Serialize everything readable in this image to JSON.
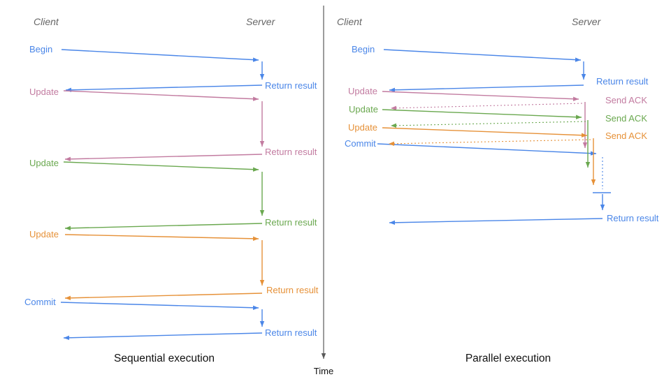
{
  "time_axis_label": "Time",
  "colors": {
    "blue": "#4a86e8",
    "pink": "#c27ba0",
    "green": "#6aa84f",
    "orange": "#e69138",
    "axis": "#595959",
    "heading_gray": "#666666",
    "caption": "#111111"
  },
  "left": {
    "client_label": "Client",
    "server_label": "Server",
    "caption": "Sequential execution",
    "messages": [
      {
        "label": "Begin",
        "response": "Return result",
        "color": "blue"
      },
      {
        "label": "Update",
        "response": "Return result",
        "color": "pink"
      },
      {
        "label": "Update",
        "response": "Return result",
        "color": "green"
      },
      {
        "label": "Update",
        "response": "Return result",
        "color": "orange"
      },
      {
        "label": "Commit",
        "response": "Return result",
        "color": "blue"
      }
    ]
  },
  "right": {
    "client_label": "Client",
    "server_label": "Server",
    "caption": "Parallel execution",
    "messages": [
      {
        "label": "Begin",
        "response": "Return result",
        "color": "blue"
      },
      {
        "label": "Update",
        "response": "Send ACK",
        "color": "pink"
      },
      {
        "label": "Update",
        "response": "Send ACK",
        "color": "green"
      },
      {
        "label": "Update",
        "response": "Send ACK",
        "color": "orange"
      },
      {
        "label": "Commit",
        "response": "Return result",
        "color": "blue"
      }
    ]
  }
}
